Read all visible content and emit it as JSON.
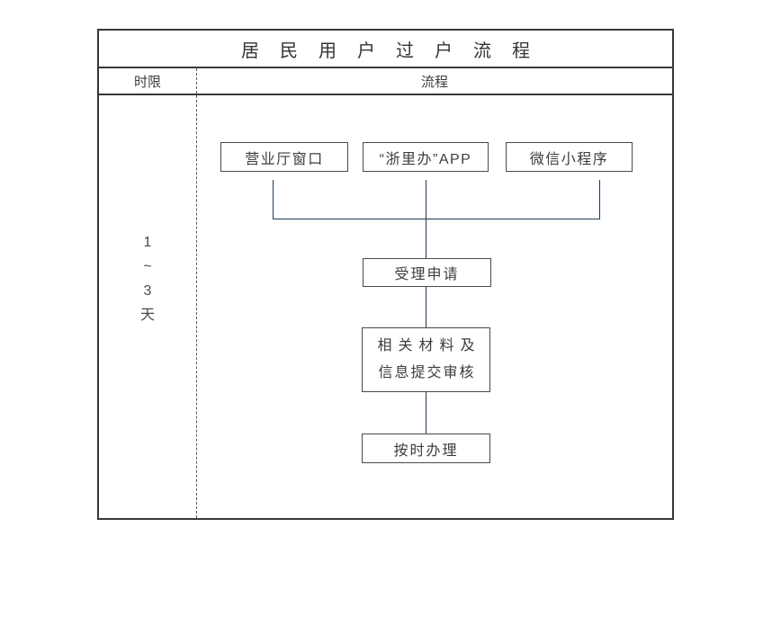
{
  "title": "居民用户过户流程",
  "columns": {
    "time_limit": "时限",
    "process": "流程"
  },
  "time_limit": {
    "chars": [
      "1",
      "~",
      "3",
      "天"
    ]
  },
  "flow": {
    "channels": [
      {
        "label": "营业厅窗口"
      },
      {
        "label": "“浙里办”APP"
      },
      {
        "label": "微信小程序"
      }
    ],
    "steps": [
      {
        "label": "受理申请"
      },
      {
        "line1": "相关材料及",
        "line2": "信息提交审核"
      },
      {
        "label": "按时办理"
      }
    ]
  },
  "colors": {
    "table_border": "#383838",
    "box_border": "#4a4a4a",
    "connector": "#1e3a55",
    "text": "#3d3d3d",
    "background": "#ffffff"
  }
}
